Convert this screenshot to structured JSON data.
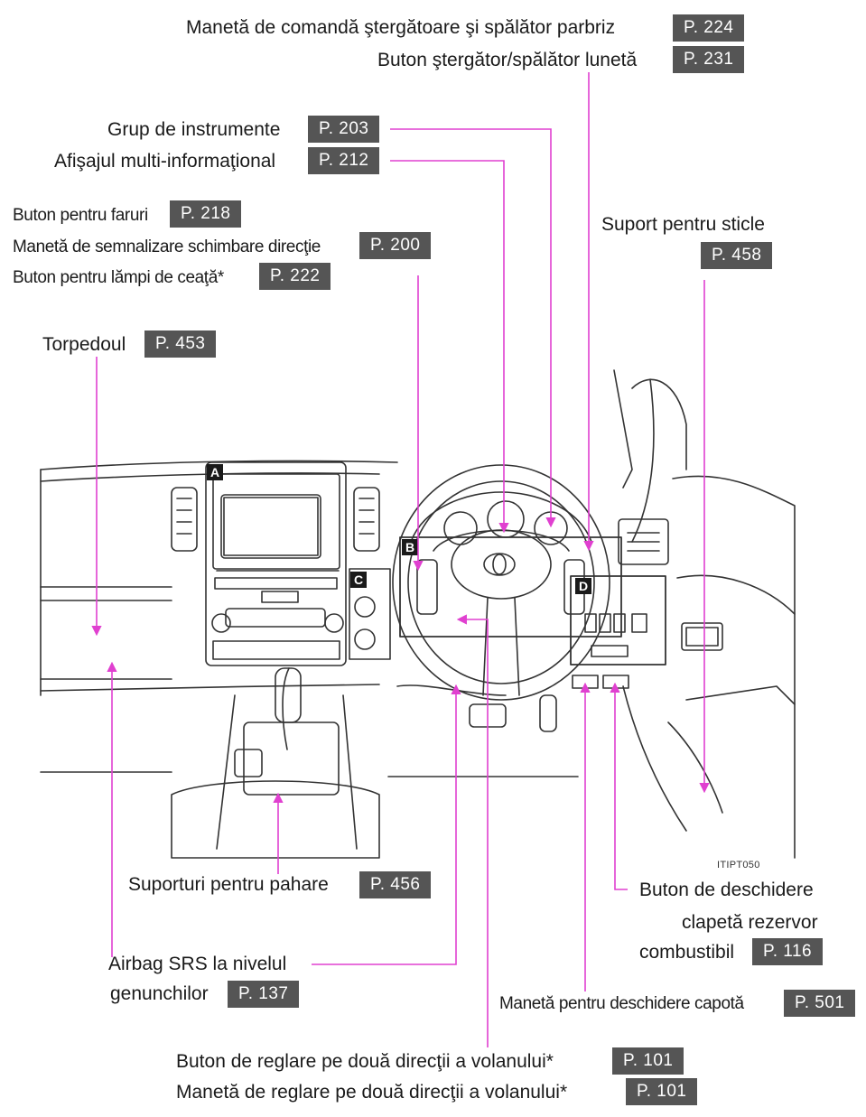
{
  "labels": {
    "wiper_washer_lever": {
      "text": "Manetă de comandă ştergătoare şi spălător parbriz",
      "page": "P. 224"
    },
    "rear_wiper_switch": {
      "text": "Buton ştergător/spălător lunetă",
      "page": "P. 231"
    },
    "instrument_cluster": {
      "text": "Grup de instrumente",
      "page": "P. 203"
    },
    "multi_info_display": {
      "text": "Afişajul multi-informaţional",
      "page": "P. 212"
    },
    "headlight_switch": {
      "text": "Buton pentru faruri",
      "page": "P. 218"
    },
    "turn_signal_lever": {
      "text": "Manetă de semnalizare schimbare direcţie",
      "page": "P. 200"
    },
    "fog_light_switch": {
      "text": "Buton pentru lămpi de ceaţă*",
      "page": "P. 222"
    },
    "bottle_holder": {
      "text": "Suport pentru sticle",
      "page": "P. 458"
    },
    "glove_box": {
      "text": "Torpedoul",
      "page": "P. 453"
    },
    "cup_holders": {
      "text": "Suporturi pentru pahare",
      "page": "P. 456"
    },
    "fuel_door_opener": {
      "line1": "Buton de deschidere",
      "line2": "clapetă rezervor",
      "line3": "combustibil",
      "page": "P. 116"
    },
    "knee_airbag": {
      "line1": "Airbag SRS la nivelul",
      "line2": "genunchilor",
      "page": "P. 137"
    },
    "hood_lever": {
      "text": "Manetă pentru deschidere capotă",
      "page": "P. 501"
    },
    "tilt_switch": {
      "text": "Buton de reglare pe două direcţii a volanului*",
      "page": "P. 101"
    },
    "tilt_lever": {
      "text": "Manetă de reglare pe două direcţii a volanului*",
      "page": "P. 101"
    }
  },
  "zones": {
    "a": "A",
    "b": "B",
    "c": "C",
    "d": "D"
  },
  "figure_code": "ITIPT050",
  "colors": {
    "leader": "#e040d0",
    "badge": "#555555",
    "line_art": "#333333"
  }
}
